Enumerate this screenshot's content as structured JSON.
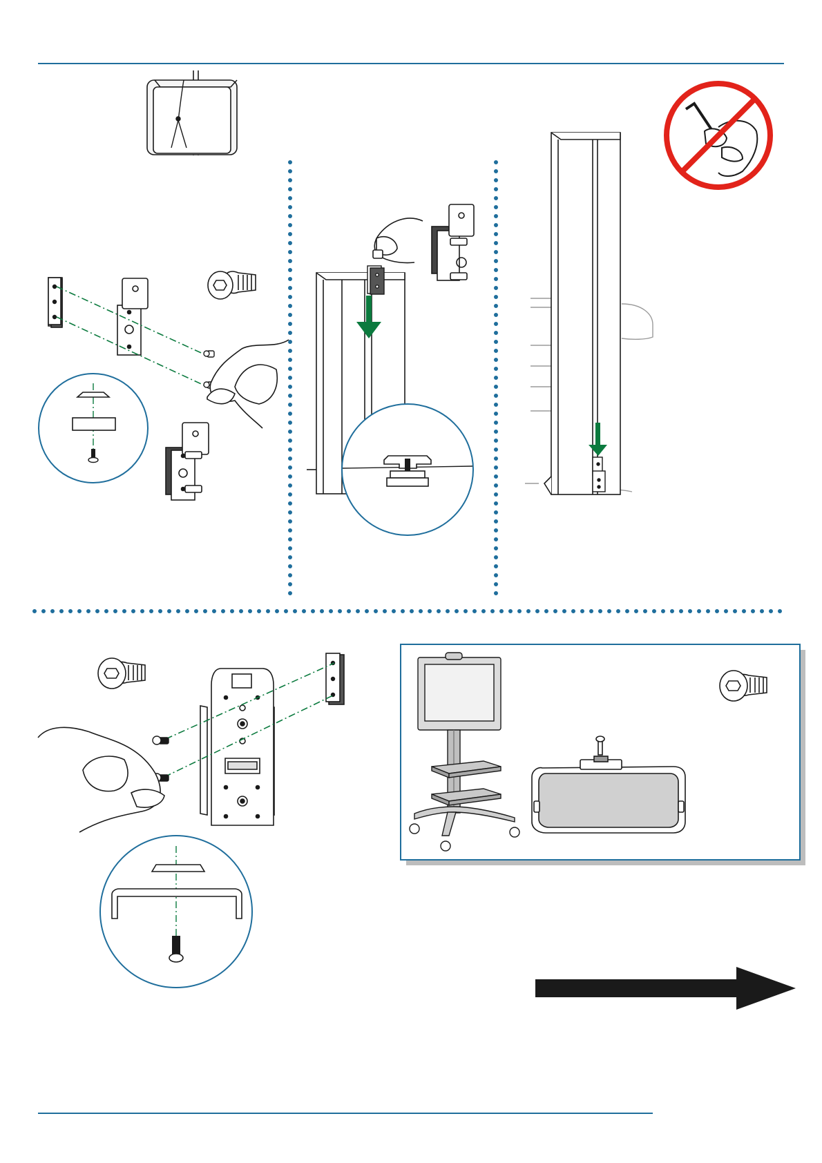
{
  "page": {
    "type": "assembly-instructions",
    "rule_color": "#1f6e9c",
    "dot_color": "#1f6e9c",
    "accent_green": "#0b7a3e",
    "prohibit_red": "#e2231a",
    "ink": "#1a1a1a"
  },
  "steps": [
    {
      "name": "package-with-cable-tie",
      "icons": [
        "box-icon",
        "cable-tie-icon"
      ]
    },
    {
      "name": "bracket-screw-assembly",
      "icons": [
        "screw-icon",
        "hand-icon",
        "bracket-icon",
        "detail-circle-icon"
      ]
    },
    {
      "name": "insert-bracket-into-column",
      "icons": [
        "down-arrow-icon",
        "hand-icon",
        "column-icon",
        "detail-circle-icon"
      ]
    },
    {
      "name": "slide-bracket-down-column",
      "icons": [
        "column-icon",
        "down-arrow-icon",
        "no-tool-icon"
      ]
    },
    {
      "name": "mount-plate-assembly",
      "icons": [
        "screw-icon",
        "hand-icon",
        "mount-plate-icon",
        "detail-circle-icon"
      ]
    },
    {
      "name": "cart-overview",
      "icons": [
        "cart-icon",
        "shelf-icon",
        "screw-icon"
      ]
    }
  ],
  "navigation": {
    "next_icon": "right-arrow-icon"
  }
}
